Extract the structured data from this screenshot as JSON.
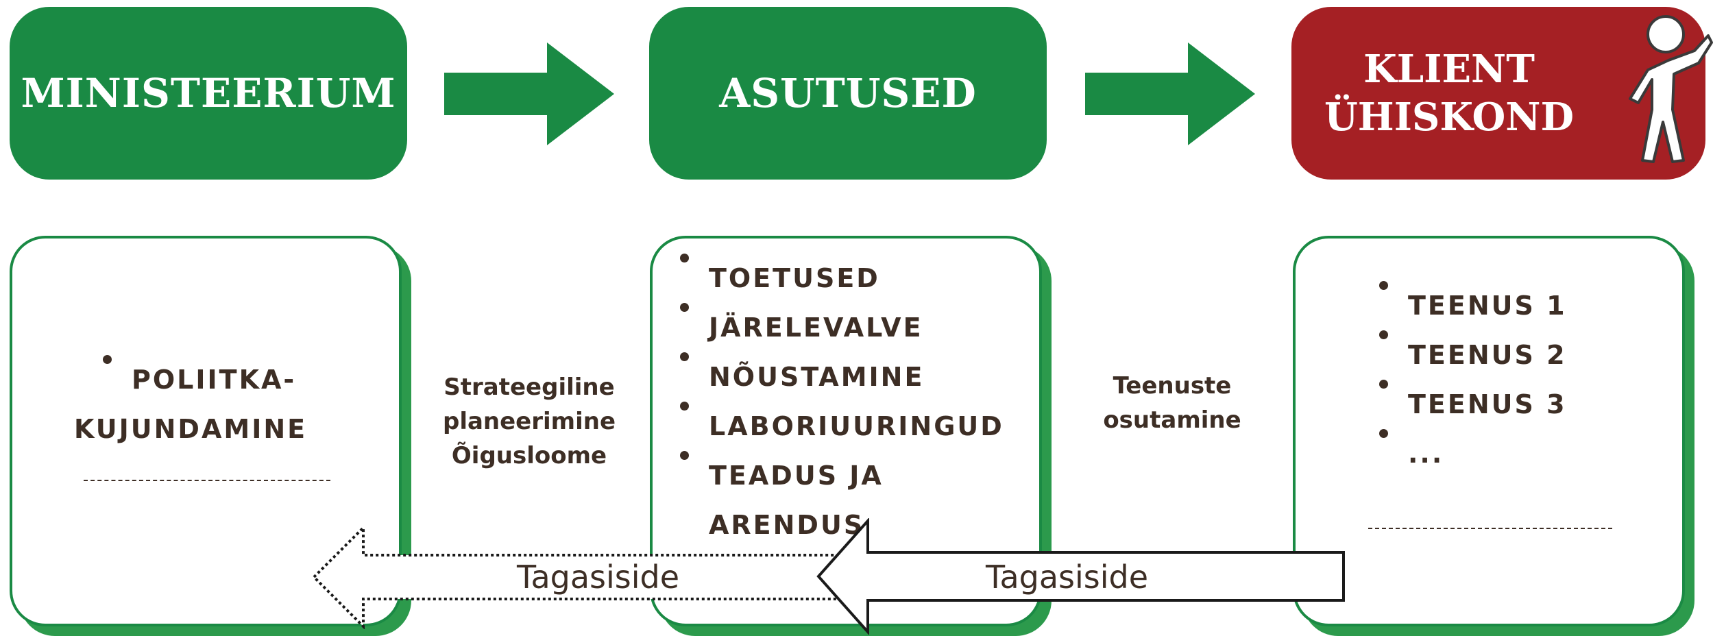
{
  "headers": {
    "ministry": "MINISTEERIUM",
    "agencies": "ASUTUSED",
    "client_line1": "KLIENT",
    "client_line2": "ÜHISKOND"
  },
  "cards": {
    "ministry": {
      "item": "POLIITKA-",
      "item_cont": "KUJUNDAMINE"
    },
    "agencies": {
      "items": [
        "TOETUSED",
        "JÄRELEVALVE",
        "NÕUSTAMINE",
        "LABORIUURINGUD",
        "TEADUS JA"
      ],
      "item_cont": "ARENDUS"
    },
    "client": {
      "items": [
        "TEENUS 1",
        "TEENUS 2",
        "TEENUS 3",
        "..."
      ]
    }
  },
  "connectors": {
    "left": [
      "Strateegiline",
      "planeerimine",
      "Õigusloome"
    ],
    "right": [
      "Teenuste",
      "osutamine"
    ]
  },
  "feedback": {
    "solid_label": "Tagasiside",
    "dotted_label": "Tagasiside"
  },
  "colors": {
    "green": "#1a8a44",
    "red": "#a52024",
    "text": "#3d2e25"
  }
}
